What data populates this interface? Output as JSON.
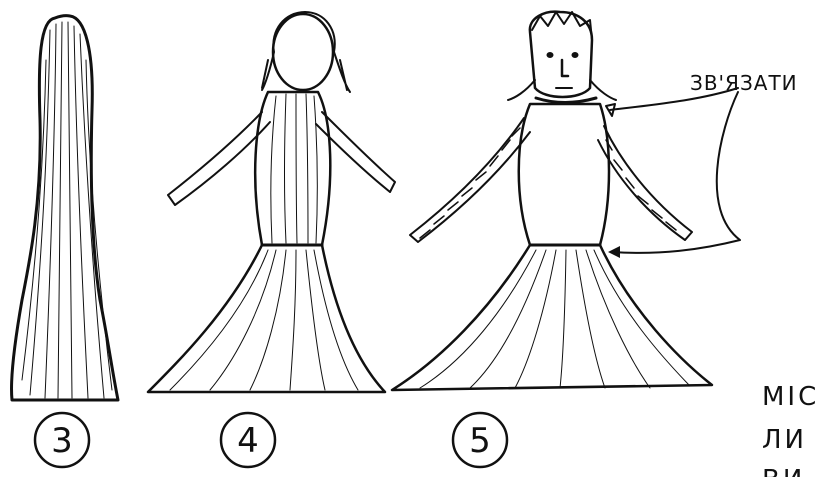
{
  "figures": [
    {
      "id": "3",
      "label": "3"
    },
    {
      "id": "4",
      "label": "4"
    },
    {
      "id": "5",
      "label": "5"
    }
  ],
  "annotation": {
    "tie_label": "ЗВ'ЯЗАТИ"
  },
  "side_text": {
    "line1": "МІС",
    "line2": "ЛИ",
    "line3": "ВИ"
  },
  "colors": {
    "ink": "#111111",
    "background": "#ffffff"
  }
}
